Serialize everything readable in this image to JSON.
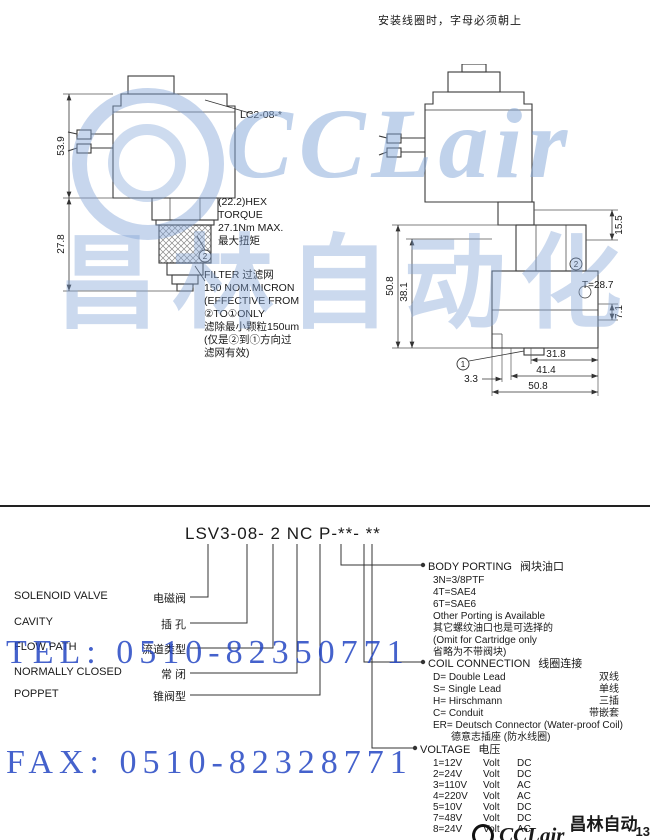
{
  "page": {
    "top_note": "安装线圈时，字母必须朝上",
    "page_number": "13"
  },
  "watermark": {
    "brand": "CCLair",
    "brand_cn": "昌林自动化"
  },
  "contact": {
    "tel": "TEL: 0510-82350771",
    "fax": "FAX: 0510-82328771"
  },
  "footer": {
    "brand": "CCLair",
    "brand_cn": "昌林自动化"
  },
  "left_drawing": {
    "coil_label": "LC2-08-*",
    "hex_note": {
      "l1": "(22.2)HEX",
      "l2": "TORQUE",
      "l3": "27.1Nm MAX.",
      "l4": "最大扭矩"
    },
    "filter_note": {
      "l1": "FILTER 过滤网",
      "l2": "150 NOM.MICRON",
      "l3": "(EFFECTIVE FROM",
      "l4": "②TO①ONLY",
      "l5": "滤除最小颗粒150um",
      "l6": "(仅是②到①方向过",
      "l7": "滤网有效)"
    },
    "dims": {
      "coil_height": "53.9",
      "cartridge_height": "27.8"
    },
    "port2": "2"
  },
  "right_drawing": {
    "dims": {
      "total_height": "50.8",
      "body_height": "38.1",
      "top_offset": "15.5",
      "thread": "T=28.7",
      "step": "7.1",
      "w1": "31.8",
      "w2": "41.4",
      "w_total": "50.8",
      "w_offset": "3.3"
    },
    "port1": "1",
    "port2": "2"
  },
  "code_breakdown": {
    "model_code": "LSV3-08- 2 NC P-**- **",
    "left_labels": [
      {
        "en": "SOLENOID VALVE",
        "cn": "电磁阀"
      },
      {
        "en": "CAVITY",
        "cn": "插 孔"
      },
      {
        "en": "FLOW PATH",
        "cn": "流道类型"
      },
      {
        "en": "NORMALLY CLOSED",
        "cn": "常 闭"
      },
      {
        "en": "POPPET",
        "cn": "锥阀型"
      }
    ],
    "body_porting": {
      "title_en": "BODY PORTING",
      "title_cn": "阀块油口",
      "items": [
        "3N=3/8PTF",
        "4T=SAE4",
        "6T=SAE6",
        "Other Porting is Available",
        "其它螺纹油口也是可选择的",
        "(Omit for Cartridge only",
        "省略为不带阀块)"
      ]
    },
    "coil_connection": {
      "title_en": "COIL CONNECTION",
      "title_cn": "线圈连接",
      "rows": [
        {
          "label": "D= Double Lead",
          "cn": "双线"
        },
        {
          "label": "S= Single Lead",
          "cn": "单线"
        },
        {
          "label": "H= Hirschmann",
          "cn": "三插"
        },
        {
          "label": "C= Conduit",
          "cn": "带嵌套"
        }
      ],
      "er_line1": "ER= Deutsch Connector (Water-proof Coil)",
      "er_line2": "德意志插座 (防水线圈)"
    },
    "voltage": {
      "title_en": "VOLTAGE",
      "title_cn": "电压",
      "rows": [
        {
          "code": "1=12V",
          "unit": "Volt",
          "type": "DC"
        },
        {
          "code": "2=24V",
          "unit": "Volt",
          "type": "DC"
        },
        {
          "code": "3=110V",
          "unit": "Volt",
          "type": "AC"
        },
        {
          "code": "4=220V",
          "unit": "Volt",
          "type": "AC"
        },
        {
          "code": "5=10V",
          "unit": "Volt",
          "type": "DC"
        },
        {
          "code": "7=48V",
          "unit": "Volt",
          "type": "DC"
        },
        {
          "code": "8=24V",
          "unit": "Volt",
          "type": "AC"
        }
      ]
    }
  }
}
